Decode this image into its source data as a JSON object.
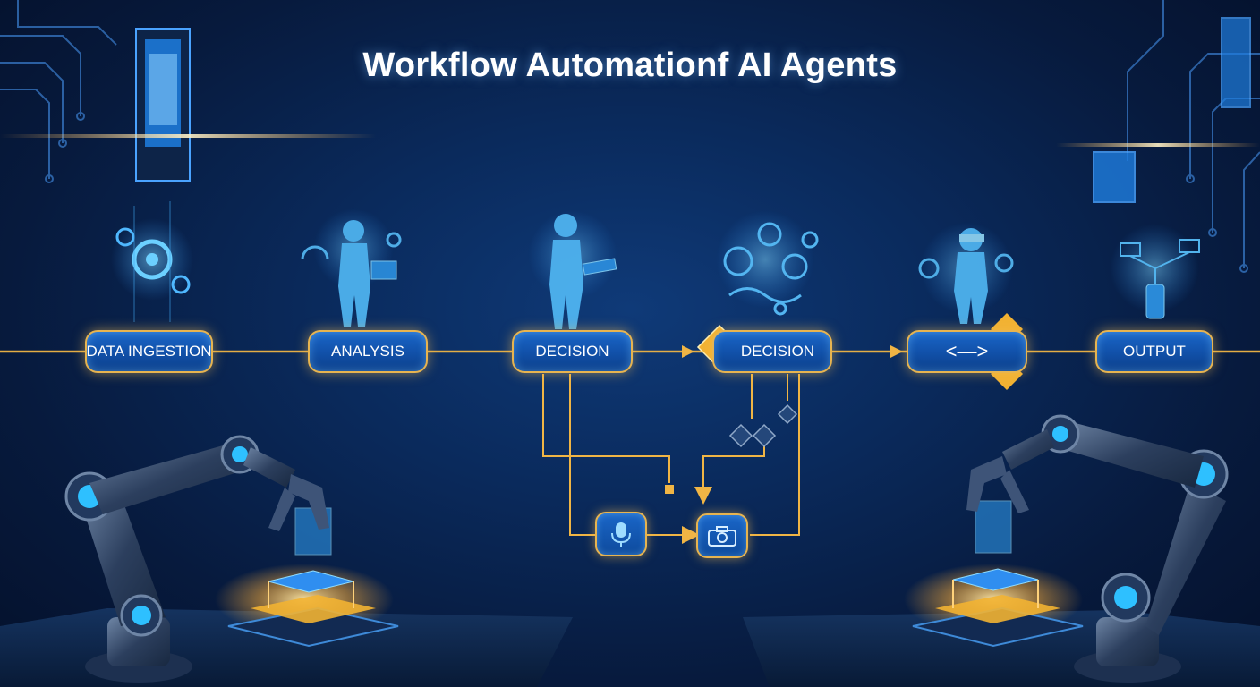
{
  "title": "Workflow Automationf AI Agents",
  "pipeline": {
    "nodes": [
      {
        "id": "data-ingestion",
        "label": "DATA INGESTION"
      },
      {
        "id": "analysis",
        "label": "ANALYSIS"
      },
      {
        "id": "decision-1",
        "label": "DECISION"
      },
      {
        "id": "decision-2",
        "label": "DECISION"
      },
      {
        "id": "code",
        "label": "<—>"
      },
      {
        "id": "output",
        "label": "OUTPUT"
      }
    ],
    "branch_nodes": [
      {
        "id": "microphone-node",
        "icon": "microphone-icon"
      },
      {
        "id": "camera-node",
        "icon": "camera-icon"
      }
    ]
  },
  "colors": {
    "background": "#071a3d",
    "node_fill": "#1150a8",
    "node_border": "#e7b450",
    "flow_line": "#f0b545",
    "hologram": "#4fc3ff",
    "diamond": "#f2b232"
  }
}
